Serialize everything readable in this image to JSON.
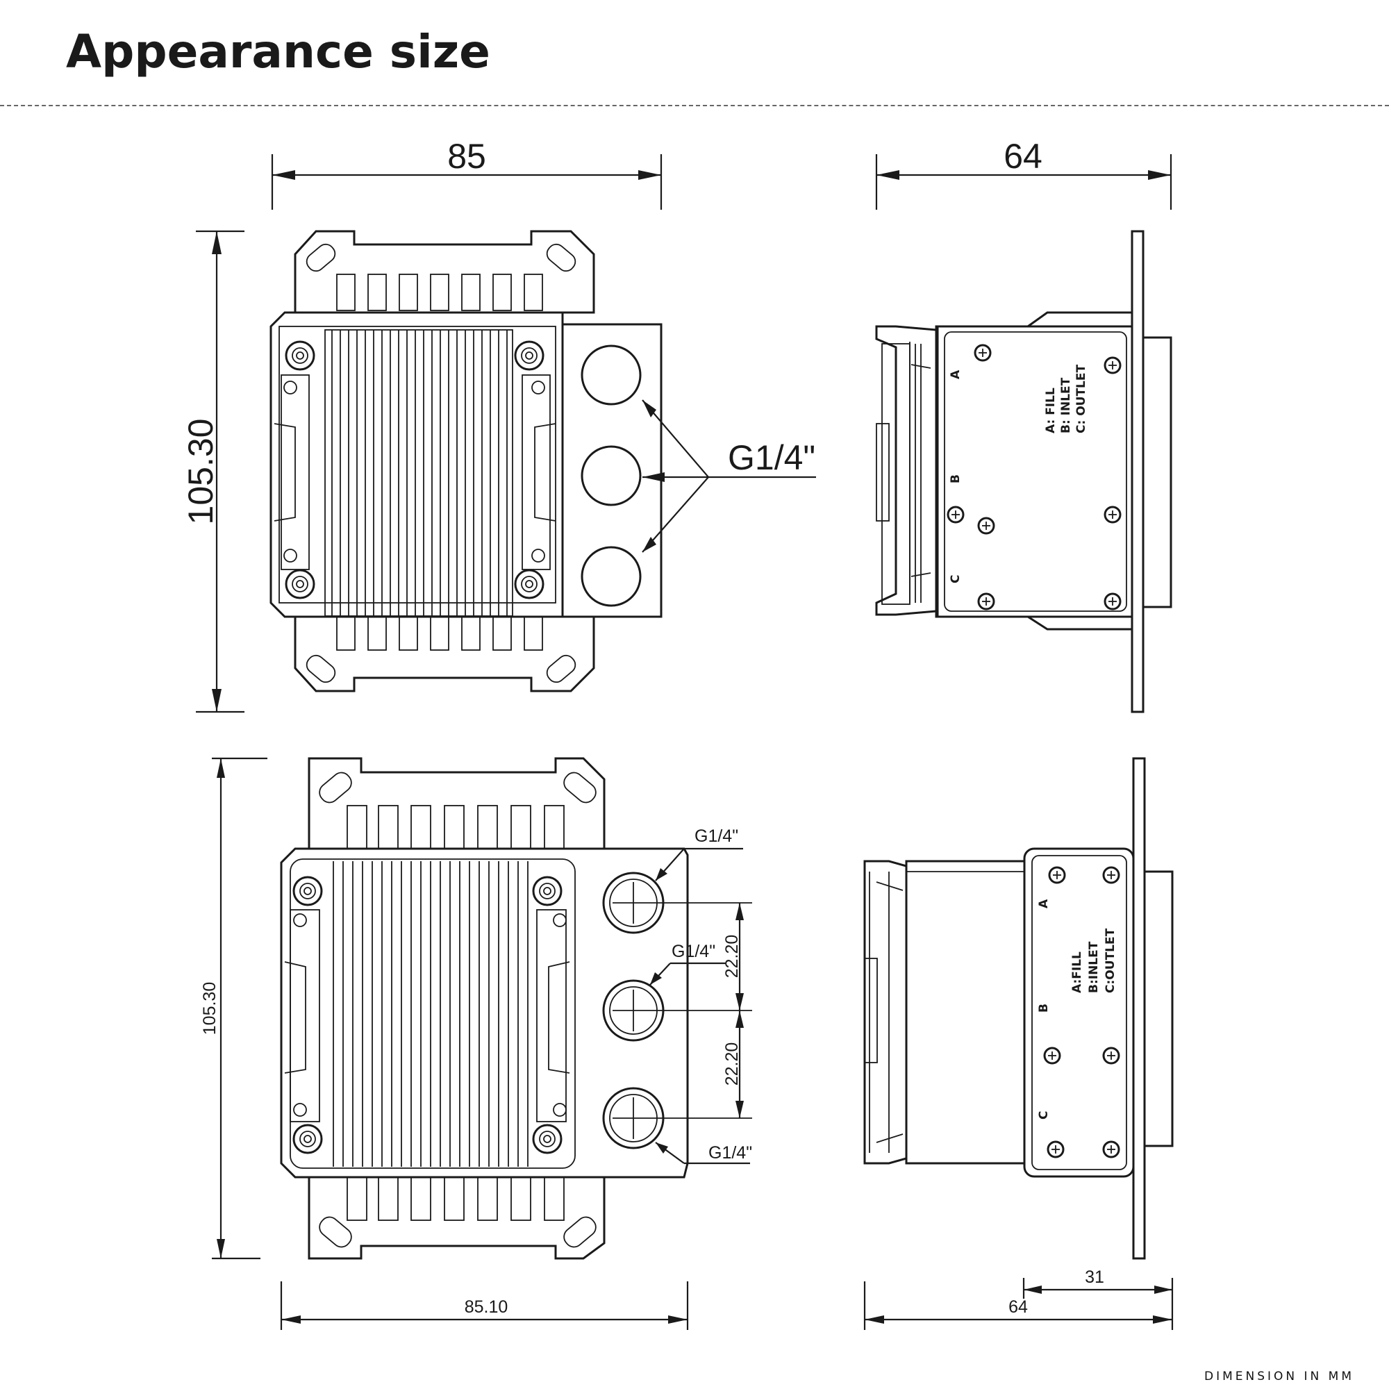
{
  "title": "Appearance size",
  "footer": "DIMENSION IN MM",
  "top_view": {
    "width": "85",
    "height": "105.30",
    "port_label": "G1/4\""
  },
  "top_side_view": {
    "width": "64",
    "legend": [
      "A: FILL",
      "B: INLET",
      "C: OUTLET"
    ],
    "port_letters": [
      "A",
      "B",
      "C"
    ]
  },
  "bottom_view": {
    "width": "85.10",
    "height": "105.30",
    "spacing_1": "22.20",
    "spacing_2": "22.20",
    "port_labels": [
      "G1/4\"",
      "G1/4\"",
      "G1/4\""
    ]
  },
  "bottom_side_view": {
    "width": "64",
    "depth": "31",
    "legend": [
      "A:FILL",
      "B:INLET",
      "C:OUTLET"
    ],
    "port_letters": [
      "A",
      "B",
      "C"
    ]
  }
}
